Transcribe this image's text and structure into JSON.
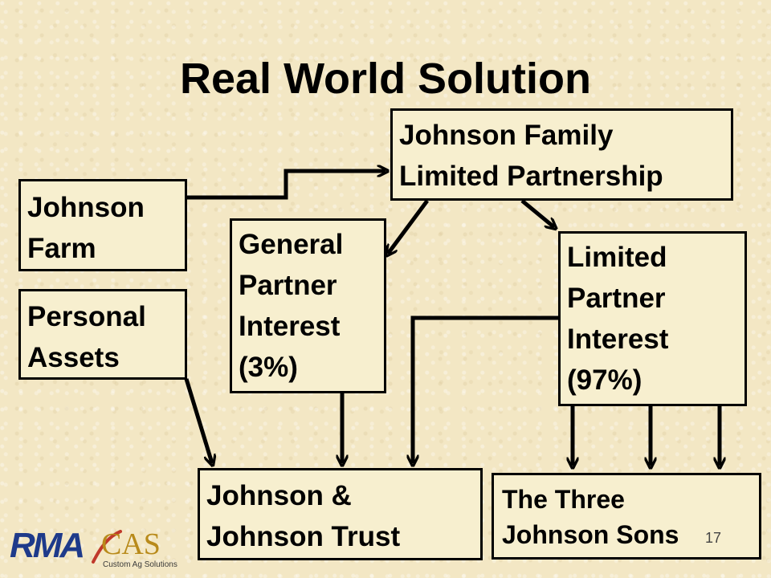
{
  "slide": {
    "title": "Real World Solution",
    "page_number": "17"
  },
  "boxes": {
    "johnson_farm": [
      "Johnson",
      "Farm"
    ],
    "personal_assets": [
      "Personal",
      "Assets"
    ],
    "family_limited_partnership": [
      "Johnson Family",
      "Limited Partnership"
    ],
    "general_partner_interest": [
      "General",
      "Partner",
      "Interest",
      "(3%)"
    ],
    "limited_partner_interest": [
      "Limited",
      "Partner",
      "Interest",
      "(97%)"
    ],
    "johnson_trust": [
      "Johnson &",
      "Johnson Trust"
    ],
    "three_sons": [
      "The Three",
      "Johnson Sons"
    ]
  },
  "logo": {
    "rma": "RMA",
    "cas": "CAS",
    "tagline": "Custom Ag Solutions"
  },
  "colors": {
    "background": "#f3e7c4",
    "box_fill": "#f7efcf",
    "ink": "#000000",
    "rma_blue": "#1e3a8a",
    "cas_gold": "#b88a1a"
  }
}
